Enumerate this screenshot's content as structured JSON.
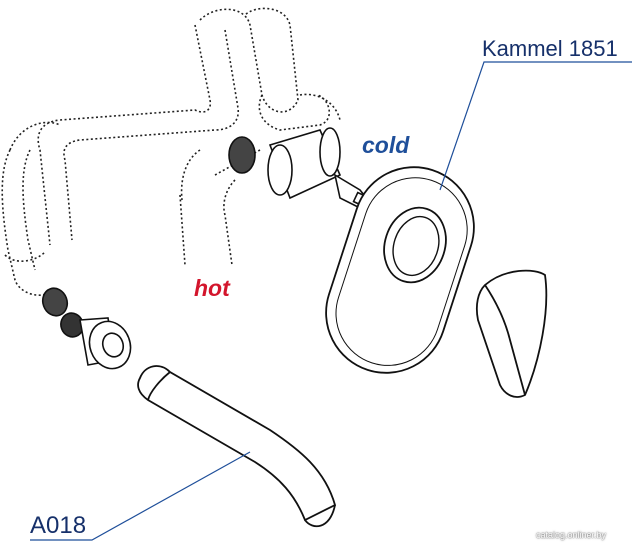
{
  "labels": {
    "product_mixer": "Kammel 1851",
    "product_spout": "A018",
    "cold": "cold",
    "hot": "hot"
  },
  "watermark": "catalog.onliner.by",
  "colors": {
    "leader_line": "#1f4f9a",
    "cold": "#1f4f9a",
    "hot": "#d3152c",
    "outline": "#111111"
  }
}
